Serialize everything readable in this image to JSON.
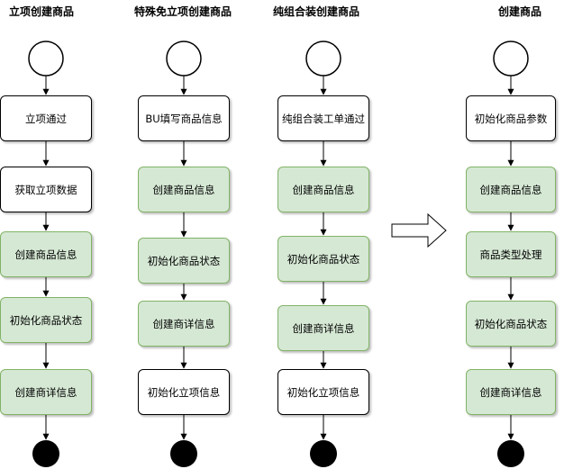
{
  "colors": {
    "white_fill": "#ffffff",
    "green_fill": "#d5e8d4",
    "green_border": "#82b366",
    "line": "#000000"
  },
  "columns": [
    {
      "title": "立项创建商品",
      "steps": [
        {
          "label": "立项通过",
          "style": "white"
        },
        {
          "label": "获取立项数据",
          "style": "white"
        },
        {
          "label": "创建商品信息",
          "style": "green"
        },
        {
          "label": "初始化商品状态",
          "style": "green"
        },
        {
          "label": "创建商详信息",
          "style": "green"
        }
      ]
    },
    {
      "title": "特殊免立项创建商品",
      "steps": [
        {
          "label": "BU填写商品信息",
          "style": "white"
        },
        {
          "label": "创建商品信息",
          "style": "green"
        },
        {
          "label": "初始化商品状态",
          "style": "green"
        },
        {
          "label": "创建商详信息",
          "style": "green"
        },
        {
          "label": "初始化立项信息",
          "style": "white"
        }
      ]
    },
    {
      "title": "纯组合装创建商品",
      "steps": [
        {
          "label": "纯组合装工单通过",
          "style": "white"
        },
        {
          "label": "创建商品信息",
          "style": "green"
        },
        {
          "label": "初始化商品状态",
          "style": "green"
        },
        {
          "label": "创建商详信息",
          "style": "green"
        },
        {
          "label": "初始化立项信息",
          "style": "white"
        }
      ]
    },
    {
      "title": "创建商品",
      "steps": [
        {
          "label": "初始化商品参数",
          "style": "white"
        },
        {
          "label": "创建商品信息",
          "style": "green"
        },
        {
          "label": "商品类型处理",
          "style": "green"
        },
        {
          "label": "初始化商品状态",
          "style": "green"
        },
        {
          "label": "创建商详信息",
          "style": "green"
        }
      ]
    }
  ]
}
